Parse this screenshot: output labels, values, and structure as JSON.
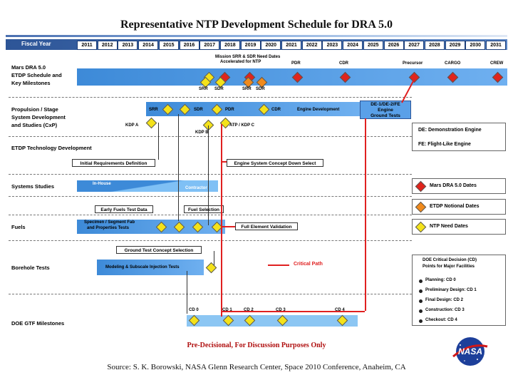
{
  "title": "Representative NTP Development Schedule for DRA 5.0",
  "fiscal_year_label": "Fiscal Year",
  "years": [
    "2011",
    "2012",
    "2013",
    "2014",
    "2015",
    "2016",
    "2017",
    "2018",
    "2019",
    "2020",
    "2021",
    "2022",
    "2023",
    "2024",
    "2025",
    "2026",
    "2027",
    "2028",
    "2029",
    "2030",
    "2031"
  ],
  "rows": {
    "mars": [
      "Mars DRA 5.0",
      "ETDP Schedule and",
      "Key Milestones"
    ],
    "propulsion": [
      "Propulsion / Stage",
      "System Development",
      "and Studies (CxP)"
    ],
    "etdp": "ETDP Technology Development",
    "systems": "Systems Studies",
    "fuels": "Fuels",
    "borehole": "Borehole Tests",
    "doe": "DOE GTF Milestones"
  },
  "mars_milestones": {
    "callout": "Mission SRR & SDR Need Dates",
    "callout2": "Accelerated for NTP",
    "pdr": "PDR",
    "cdr": "CDR",
    "precursor": "Precursor",
    "cargo": "CARGO",
    "crew": "CREW",
    "srr1": "SRR",
    "sdr1": "SDR",
    "srr2": "SRR",
    "sdr2": "SDR"
  },
  "propulsion_milestones": {
    "srr": "SRR",
    "sdr": "SDR",
    "pdr": "PDR",
    "cdr": "CDR",
    "engine_dev": "Engine Development",
    "ground_tests": [
      "DE-1/DE-2/FE",
      "Engine",
      "Ground Tests"
    ],
    "kdp_a": "KDP A",
    "kdp_b": "KDP B",
    "atp": "ATP / KDP C"
  },
  "boxes": {
    "initial_req": "Initial Requirements Definition",
    "engine_concept": "Engine System Concept Down Select",
    "in_house": "In-House",
    "contractor": "Contractor",
    "early_fuels": "Early Fuels Test Data",
    "fuel_selection": "Fuel Selection",
    "specimen": [
      "Specimen / Segment Fab",
      "and Properties Tests"
    ],
    "full_element": "Full Element Validation",
    "ground_test_concept": "Ground Test Concept Selection",
    "modeling": "Modeling & Subscale Injection Tests",
    "critical_path": "Critical Path"
  },
  "doe_milestones": [
    "CD 0",
    "CD 1",
    "CD 2",
    "CD 3",
    "CD 4"
  ],
  "legend": {
    "de": "DE:  Demonstration Engine",
    "fe": "FE:  Flight-Like Engine",
    "mars_dates": "Mars DRA 5.0 Dates",
    "etdp_dates": "ETDP Notional Dates",
    "ntp_dates": "NTP Need Dates",
    "cd_title": [
      "DOE Critical Decision (CD)",
      "Points for Major Facilities"
    ],
    "cd_items": [
      "Planning:  CD 0",
      "Preliminary Design:  CD 1",
      "Final Design:  CD 2",
      "Construction:  CD 3",
      "Checkout:  CD 4"
    ]
  },
  "footer": {
    "disclaimer": "Pre-Decisional, For Discussion Purposes Only",
    "source": "Source:  S. K. Borowski, NASA Glenn Research Center, Space 2010 Conference, Anaheim, CA"
  },
  "logo_text": "NASA",
  "colors": {
    "band": "#3d8ad8",
    "fy_bar": "#2d5597",
    "yellow": "#f4e21a",
    "red": "#e0241c",
    "orange": "#f08a1c",
    "critical": "#e02020"
  }
}
